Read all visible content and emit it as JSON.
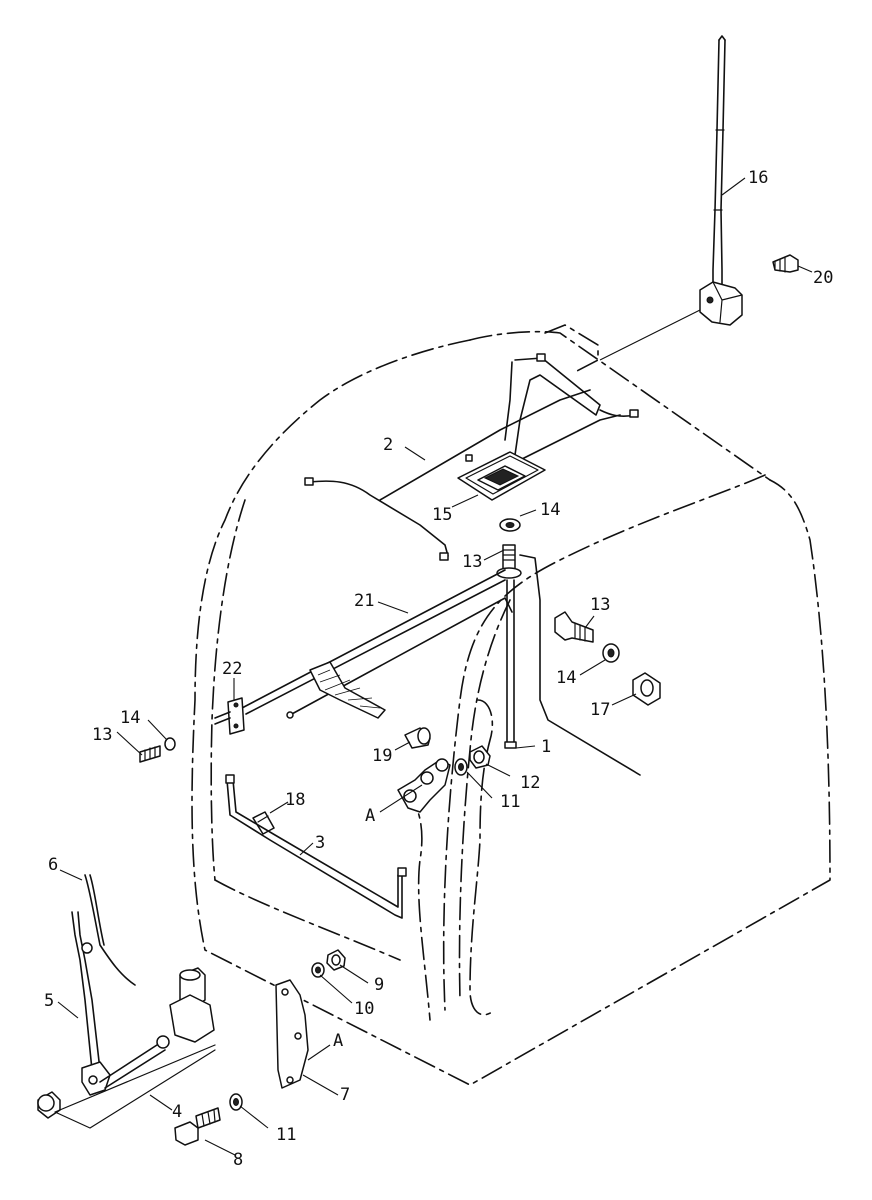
{
  "callouts": [
    {
      "id": "c16",
      "text": "16"
    },
    {
      "id": "c20",
      "text": "20"
    },
    {
      "id": "c2",
      "text": "2"
    },
    {
      "id": "c15",
      "text": "15"
    },
    {
      "id": "c14a",
      "text": "14"
    },
    {
      "id": "c13a",
      "text": "13"
    },
    {
      "id": "c21",
      "text": "21"
    },
    {
      "id": "c13b",
      "text": "13"
    },
    {
      "id": "c14b",
      "text": "14"
    },
    {
      "id": "c17",
      "text": "17"
    },
    {
      "id": "c22",
      "text": "22"
    },
    {
      "id": "c14c",
      "text": "14"
    },
    {
      "id": "c13c",
      "text": "13"
    },
    {
      "id": "c19",
      "text": "19"
    },
    {
      "id": "c1",
      "text": "1"
    },
    {
      "id": "c12",
      "text": "12"
    },
    {
      "id": "c11a",
      "text": "11"
    },
    {
      "id": "cA1",
      "text": "A"
    },
    {
      "id": "c18",
      "text": "18"
    },
    {
      "id": "c3",
      "text": "3"
    },
    {
      "id": "c6",
      "text": "6"
    },
    {
      "id": "c9",
      "text": "9"
    },
    {
      "id": "c10",
      "text": "10"
    },
    {
      "id": "c5",
      "text": "5"
    },
    {
      "id": "cA2",
      "text": "A"
    },
    {
      "id": "c7",
      "text": "7"
    },
    {
      "id": "c4",
      "text": "4"
    },
    {
      "id": "c11b",
      "text": "11"
    },
    {
      "id": "c8",
      "text": "8"
    }
  ]
}
